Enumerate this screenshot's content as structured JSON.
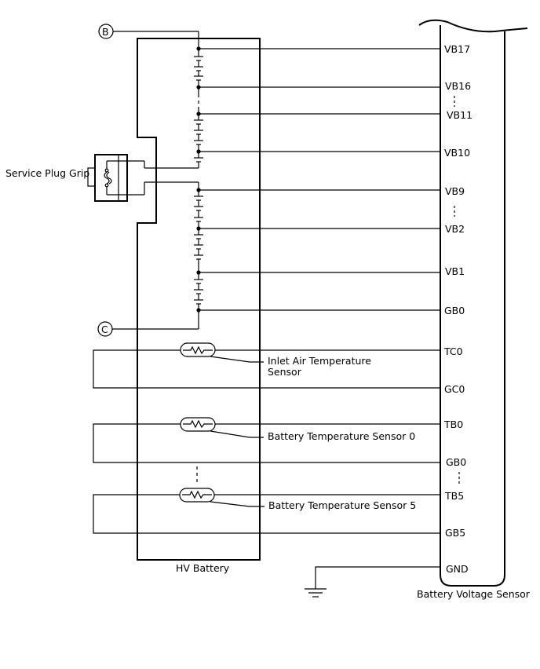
{
  "labels": {
    "service_plug": "Service Plug Grip",
    "hv_battery": "HV Battery",
    "sensor_box": "Battery Voltage Sensor",
    "inlet_air_1": "Inlet Air Temperature",
    "inlet_air_2": "Sensor",
    "batt_temp_0": "Battery Temperature Sensor 0",
    "batt_temp_5": "Battery Temperature Sensor 5",
    "connector_b": "B",
    "connector_c": "C"
  },
  "terminals": {
    "vb17": "VB17",
    "vb16": "VB16",
    "vb11": "VB11",
    "vb10": "VB10",
    "vb9": "VB9",
    "vb2": "VB2",
    "vb1": "VB1",
    "gb0_top": "GB0",
    "tc0": "TC0",
    "gc0": "GC0",
    "tb0": "TB0",
    "gb0_mid": "GB0",
    "tb5": "TB5",
    "gb5": "GB5",
    "gnd": "GND"
  }
}
